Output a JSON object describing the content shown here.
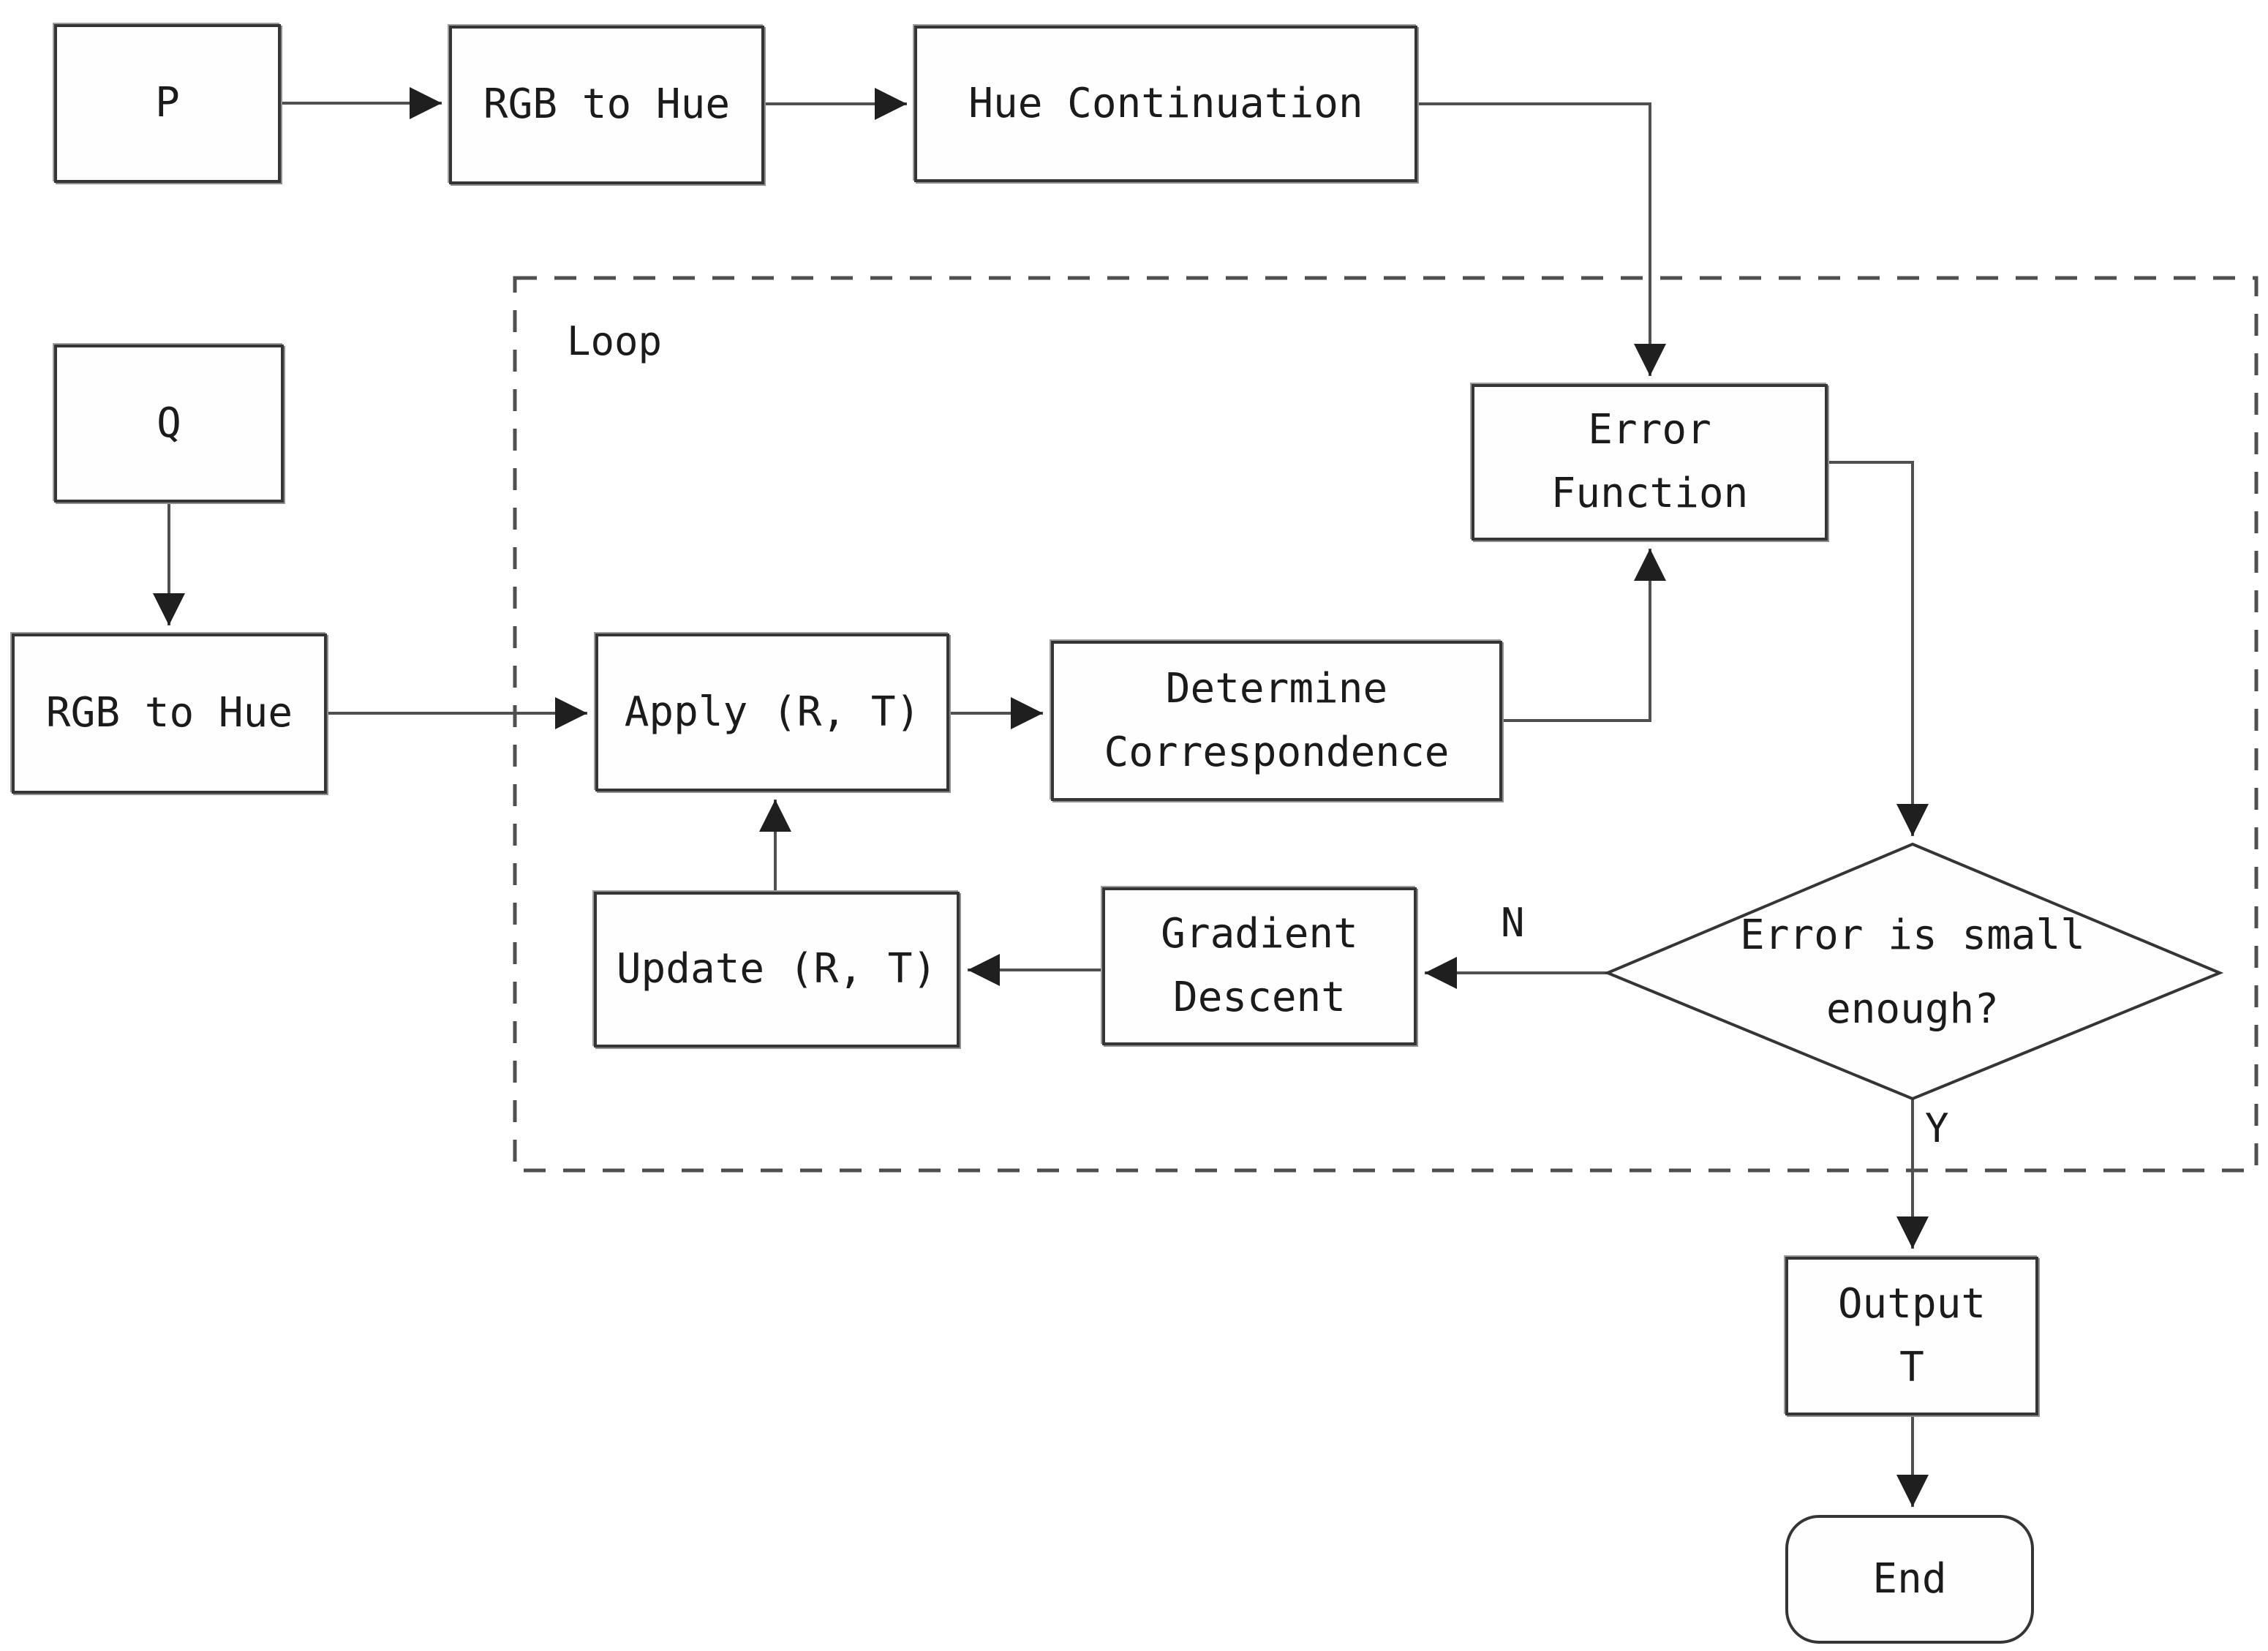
{
  "diagram": {
    "loop_label": "Loop",
    "nodes": {
      "p": {
        "label": "P"
      },
      "rgb_to_hue_top": {
        "label": "RGB to Hue"
      },
      "hue_continuation": {
        "label": "Hue Continuation"
      },
      "q": {
        "label": "Q"
      },
      "rgb_to_hue_left": {
        "label": "RGB to Hue"
      },
      "apply_rt": {
        "label": "Apply (R, T)"
      },
      "determine_correspondence": {
        "label": "Determine\nCorrespondence"
      },
      "error_function": {
        "label": "Error\nFunction"
      },
      "update_rt": {
        "label": "Update (R, T)"
      },
      "gradient_descent": {
        "label": "Gradient\nDescent"
      },
      "decision": {
        "label": "Error is small\nenough?"
      },
      "output_t": {
        "label": "Output\nT"
      },
      "end": {
        "label": "End"
      }
    },
    "edge_labels": {
      "no": "N",
      "yes": "Y"
    },
    "colors": {
      "line": "#4f4f4f",
      "arrowhead": "#1f1f1f",
      "box_border": "#353535",
      "box_fill": "#fefefe",
      "text": "#1b1b1b",
      "background": "#ffffff"
    }
  }
}
